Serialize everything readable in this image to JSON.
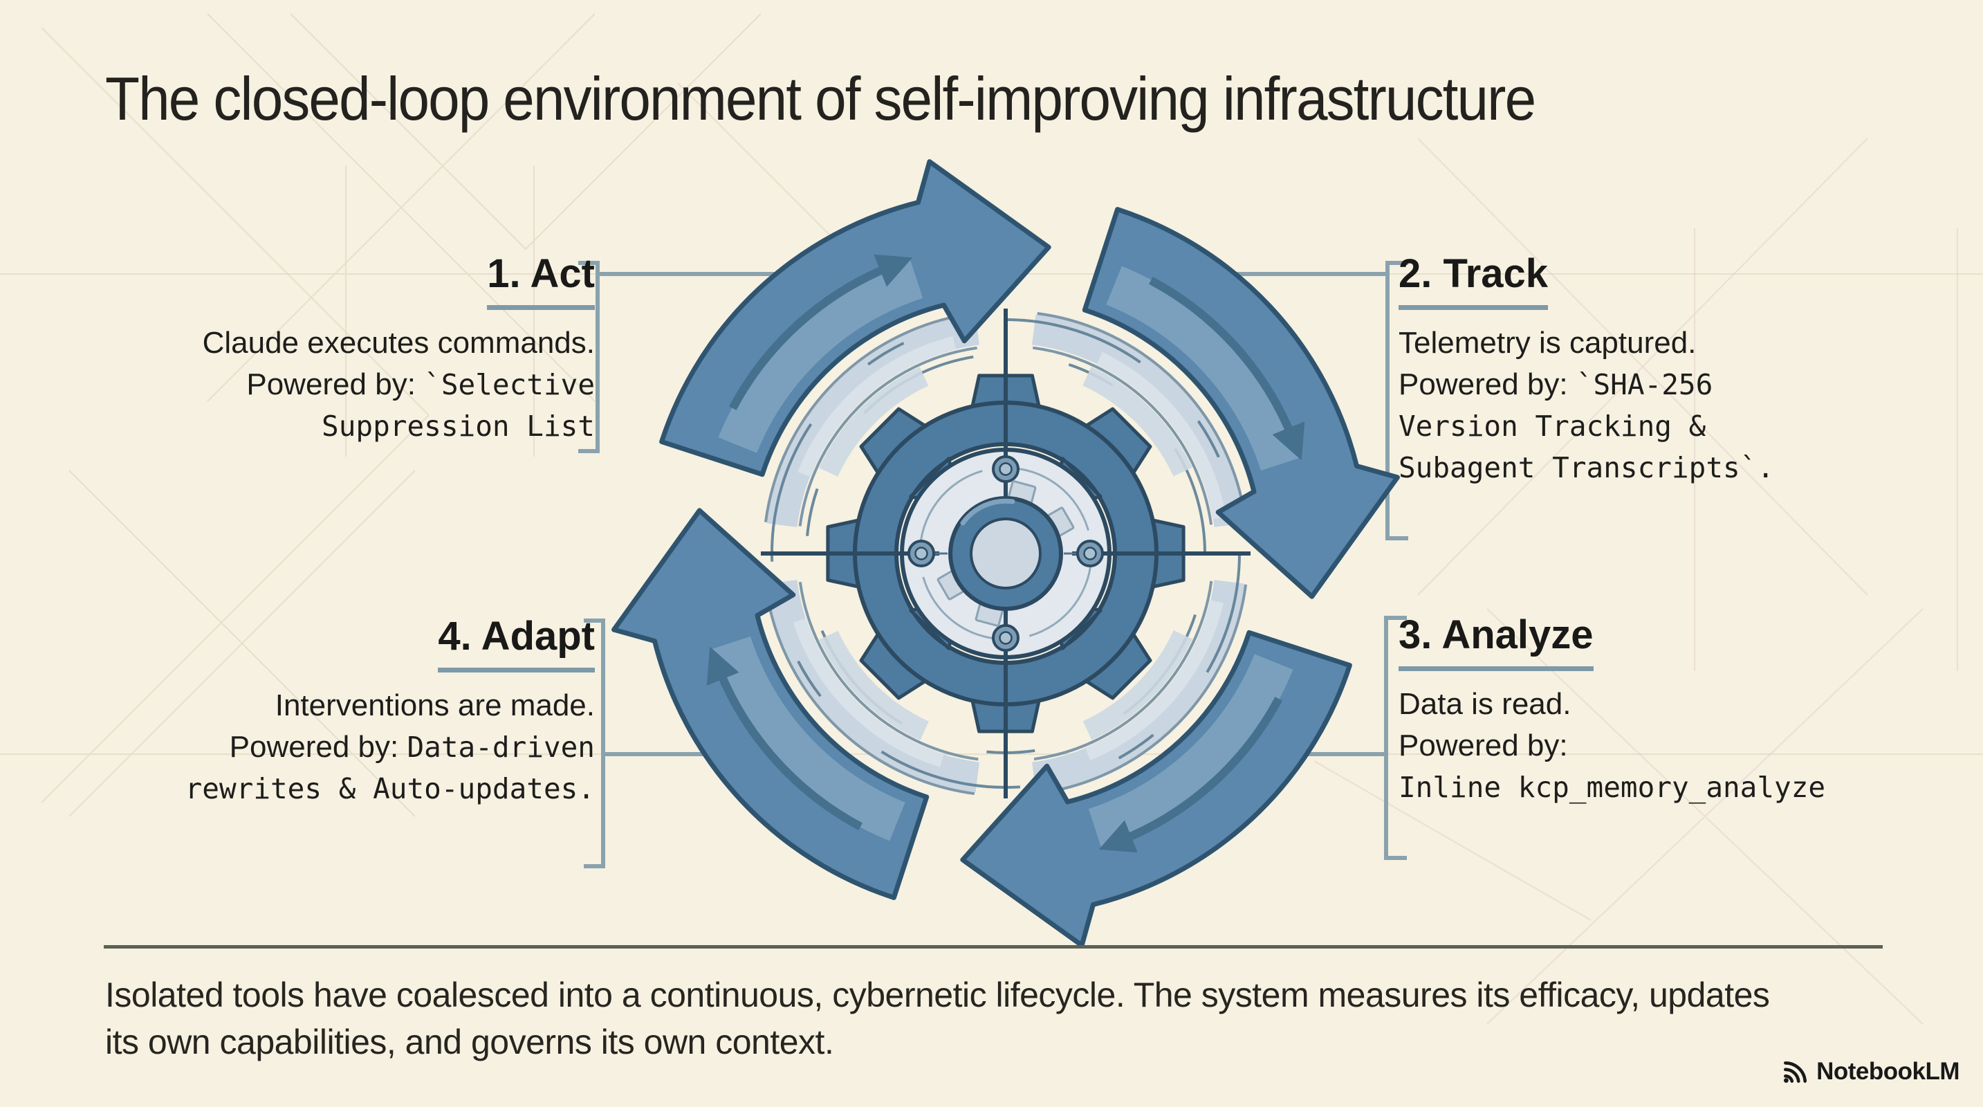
{
  "slide": {
    "title": "The closed-loop environment of self-improving infrastructure",
    "caption": "Isolated tools have coalesced into a continuous, cybernetic lifecycle. The system measures its efficacy, updates its own capabilities, and governs its own context."
  },
  "steps": [
    {
      "label": "1. Act",
      "description": "Claude executes commands.",
      "powered_prefix": "Powered by: ",
      "code_line1": "`Selective",
      "code_line2": "Suppression List"
    },
    {
      "label": "2. Track",
      "description": "Telemetry is captured.",
      "powered_prefix": "Powered by: ",
      "code_line1": "`SHA-256",
      "code_line2": "Version Tracking &",
      "code_line3": "Subagent Transcripts`."
    },
    {
      "label": "3. Analyze",
      "description": "Data is read.",
      "powered_prefix": "Powered by:",
      "code_line1": "Inline kcp_memory_analyze"
    },
    {
      "label": "4. Adapt",
      "description": "Interventions are made.",
      "powered_prefix": "Powered by: ",
      "code_line1": "Data-driven",
      "code_line2": "rewrites & Auto-updates."
    }
  ],
  "branding": {
    "logo_text": "NotebookLM",
    "logo_icon": "notebooklm-waves-icon"
  },
  "diagram": {
    "center_icon": "gear-cycle-clockwise-arrows",
    "arrow_count": 4,
    "colors": {
      "background": "#f6f1e1",
      "arrow_fill": "#5b88ac",
      "arrow_stroke": "#2f5470",
      "arrow_stripe": "#7ba0bd",
      "gear_fill": "#4e7ba0",
      "gear_stroke": "#2c4a61",
      "hub_fill": "#e2e8ee",
      "ring_light": "#c9d5e0",
      "bracket_line": "#8aa2ae",
      "divider": "#5d6156",
      "text": "#1e1e1c"
    }
  }
}
